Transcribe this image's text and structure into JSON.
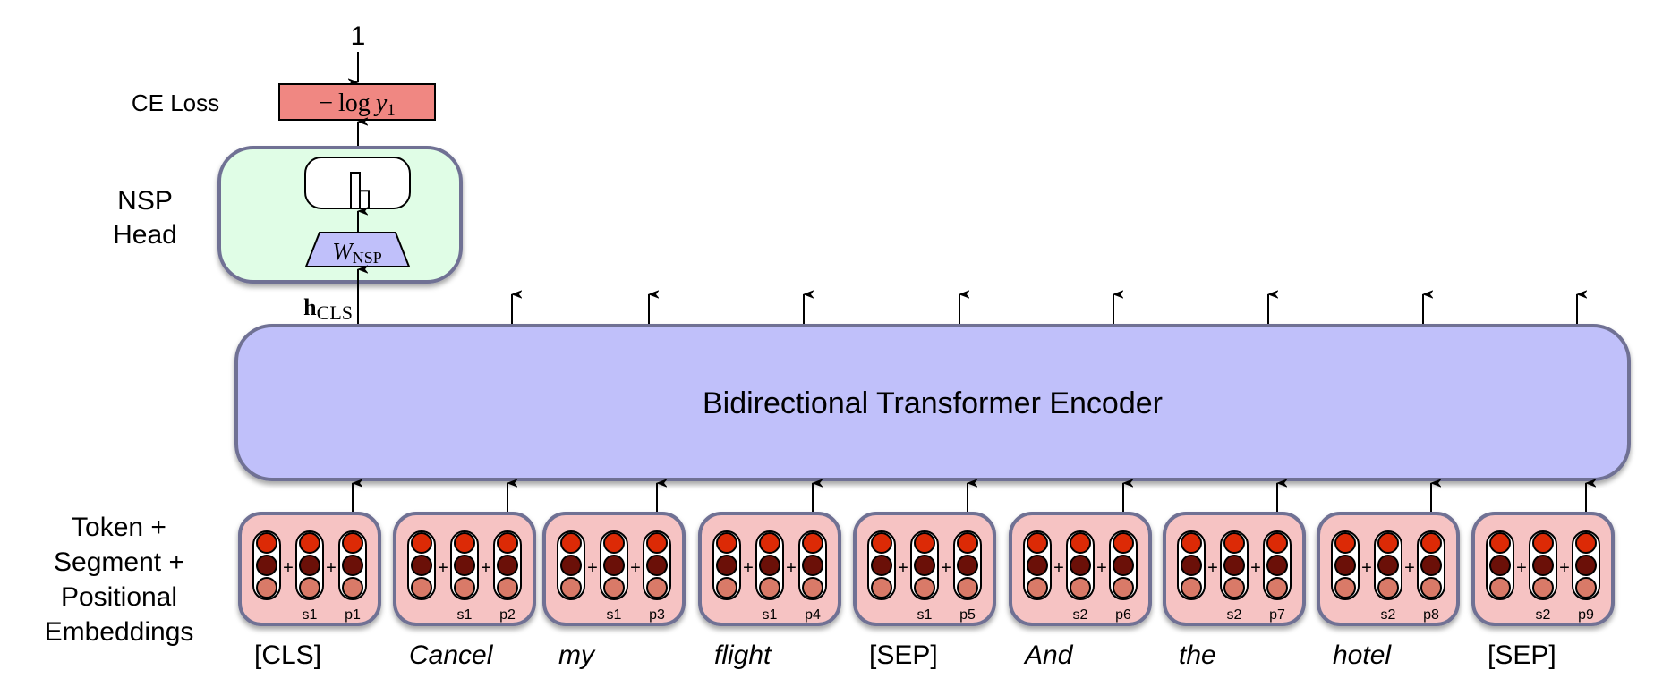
{
  "colors": {
    "encoder_fill": "#c0c0fa",
    "box_border": "#6f7194",
    "nsp_fill": "#e0fde6",
    "loss_fill": "#f08782",
    "embed_fill": "#f6c3c3",
    "wnsp_fill": "#c0c0fa",
    "token_circle": "#dc2a06",
    "segment_circle": "#6b1008",
    "position_circle": "#d97a68"
  },
  "labels": {
    "ce_loss": "CE Loss",
    "nsp_head_line1": "NSP",
    "nsp_head_line2": "Head",
    "embeddings_line1": "Token +",
    "embeddings_line2": "Segment +",
    "embeddings_line3": "Positional",
    "embeddings_line4": "Embeddings"
  },
  "loss": {
    "target": "1",
    "formula_minus": "−",
    "formula_log": "log",
    "formula_var": "y",
    "formula_sub": "1"
  },
  "nsp_head": {
    "weight_main": "W",
    "weight_sub": "NSP",
    "softmax_probs": [
      0.67,
      0.33
    ]
  },
  "encoder": {
    "title": "Bidirectional Transformer Encoder",
    "cls_output_main": "h",
    "cls_output_sub": "CLS"
  },
  "tokens": [
    {
      "word": "[CLS]",
      "italic": false,
      "segment": "s1",
      "position": "p1"
    },
    {
      "word": "Cancel",
      "italic": true,
      "segment": "s1",
      "position": "p2"
    },
    {
      "word": "my",
      "italic": true,
      "segment": "s1",
      "position": "p3"
    },
    {
      "word": "flight",
      "italic": true,
      "segment": "s1",
      "position": "p4"
    },
    {
      "word": "[SEP]",
      "italic": false,
      "segment": "s1",
      "position": "p5"
    },
    {
      "word": "And",
      "italic": true,
      "segment": "s2",
      "position": "p6"
    },
    {
      "word": "the",
      "italic": true,
      "segment": "s2",
      "position": "p7"
    },
    {
      "word": "hotel",
      "italic": true,
      "segment": "s2",
      "position": "p8"
    },
    {
      "word": "[SEP]",
      "italic": false,
      "segment": "s2",
      "position": "p9"
    }
  ],
  "plus_sign": "+"
}
